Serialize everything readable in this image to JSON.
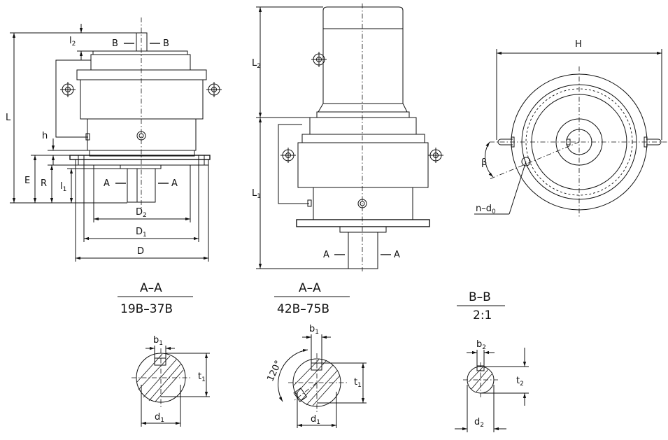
{
  "left_view": {
    "section_mark": [
      "B",
      "B"
    ],
    "shaft_section_mark": [
      "A",
      "A"
    ],
    "dims": {
      "L": "L",
      "l2": "l",
      "l2_sub": "2",
      "h": "h",
      "E": "E",
      "R": "R",
      "l1": "l",
      "l1_sub": "1",
      "D2": "D",
      "D2_sub": "2",
      "D1": "D",
      "D1_sub": "1",
      "D": "D"
    }
  },
  "mid_view": {
    "shaft_section_mark": [
      "A",
      "A"
    ],
    "dims": {
      "L2": "L",
      "L2_sub": "2",
      "L1": "L",
      "L1_sub": "1"
    }
  },
  "top_view": {
    "dims": {
      "H": "H",
      "beta": "β",
      "holes": "n–d",
      "holes_sub": "0"
    }
  },
  "sections": [
    {
      "title": "A–A",
      "subtitle": "19B–37B",
      "dims": {
        "b": "b",
        "b_sub": "1",
        "t": "t",
        "t_sub": "1",
        "d": "d",
        "d_sub": "1"
      }
    },
    {
      "title": "A–A",
      "subtitle": "42B–75B",
      "dims": {
        "b": "b",
        "b_sub": "1",
        "t": "t",
        "t_sub": "1",
        "d": "d",
        "d_sub": "1",
        "angle": "120°"
      }
    },
    {
      "title": "B–B",
      "subtitle": "2:1",
      "dims": {
        "b": "b",
        "b_sub": "2",
        "t": "t",
        "t_sub": "2",
        "d": "d",
        "d_sub": "2"
      }
    }
  ]
}
